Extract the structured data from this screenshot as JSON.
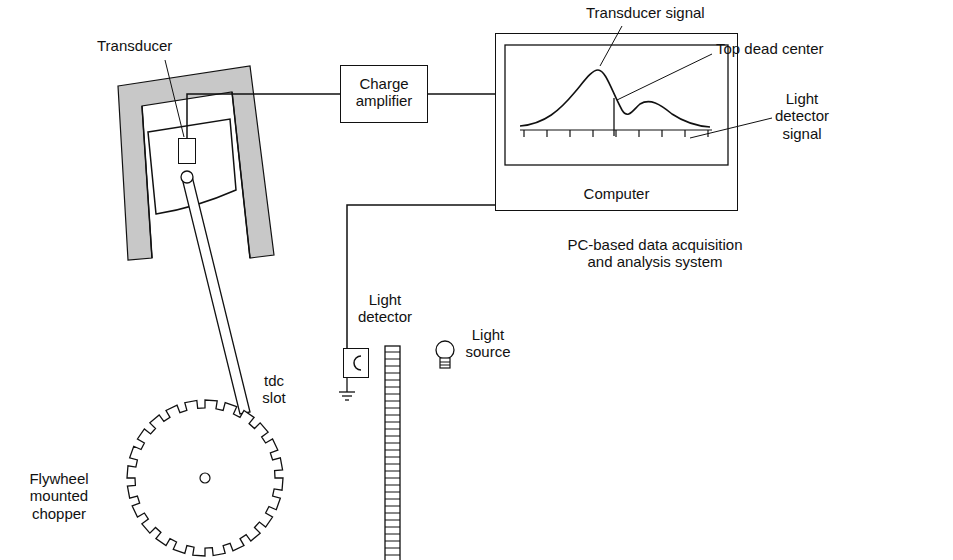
{
  "diagram": {
    "nodes": [
      {
        "text": [
          "Transducer"
        ]
      },
      {
        "text": [
          "Charge amplifier"
        ]
      },
      {
        "text": [
          "Computer"
        ]
      },
      {
        "text": [
          "Light detector"
        ]
      }
    ],
    "edges": [
      {
        "from": 0,
        "to": 1,
        "arrow": "none"
      },
      {
        "from": 1,
        "to": 2,
        "arrow": "none"
      },
      {
        "from": 2,
        "to": 3,
        "arrow": "none"
      }
    ],
    "labels": [
      "Transducer signal",
      "Top dead center",
      "Light detector signal",
      "PC-based data acquisition and analysis system",
      "tdc slot",
      "Flywheel mounted chopper",
      "Light source"
    ]
  }
}
